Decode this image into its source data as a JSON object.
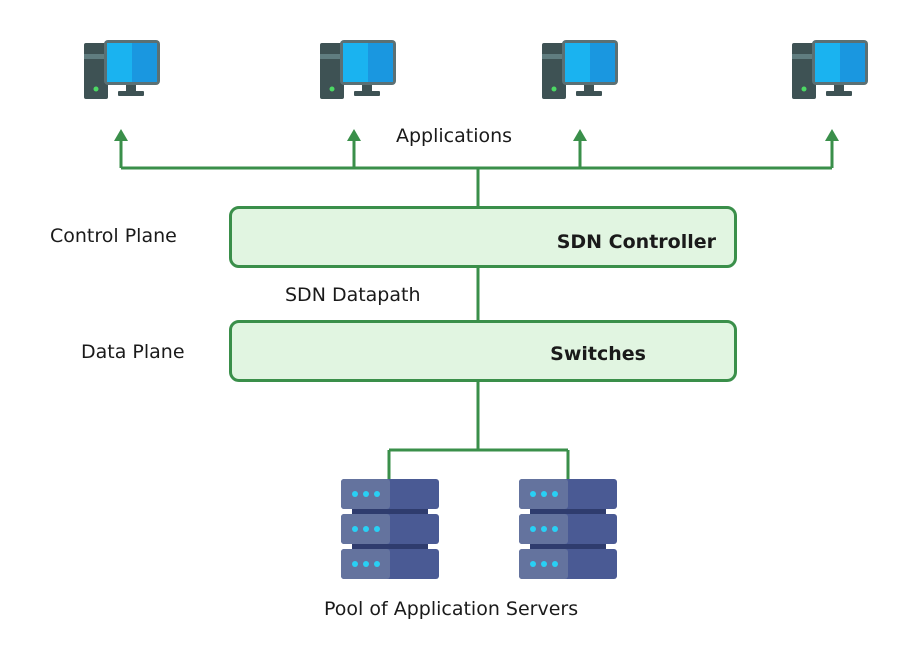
{
  "diagram": {
    "applications_label": "Applications",
    "control_plane_label": "Control Plane",
    "data_plane_label": "Data Plane",
    "datapath_label": "SDN Datapath",
    "controller_label": "SDN Controller",
    "switches_label": "Switches",
    "servers_label": "Pool of Application Servers",
    "computers": [
      {
        "icon": "desktop-computer-icon"
      },
      {
        "icon": "desktop-computer-icon"
      },
      {
        "icon": "desktop-computer-icon"
      },
      {
        "icon": "desktop-computer-icon"
      }
    ],
    "servers": [
      {
        "icon": "server-rack-icon"
      },
      {
        "icon": "server-rack-icon"
      }
    ],
    "colors": {
      "line": "#3a8f4a",
      "box_fill": "#e1f5e1",
      "screen": "#1ab3f0",
      "server": "#4a5a94"
    }
  }
}
